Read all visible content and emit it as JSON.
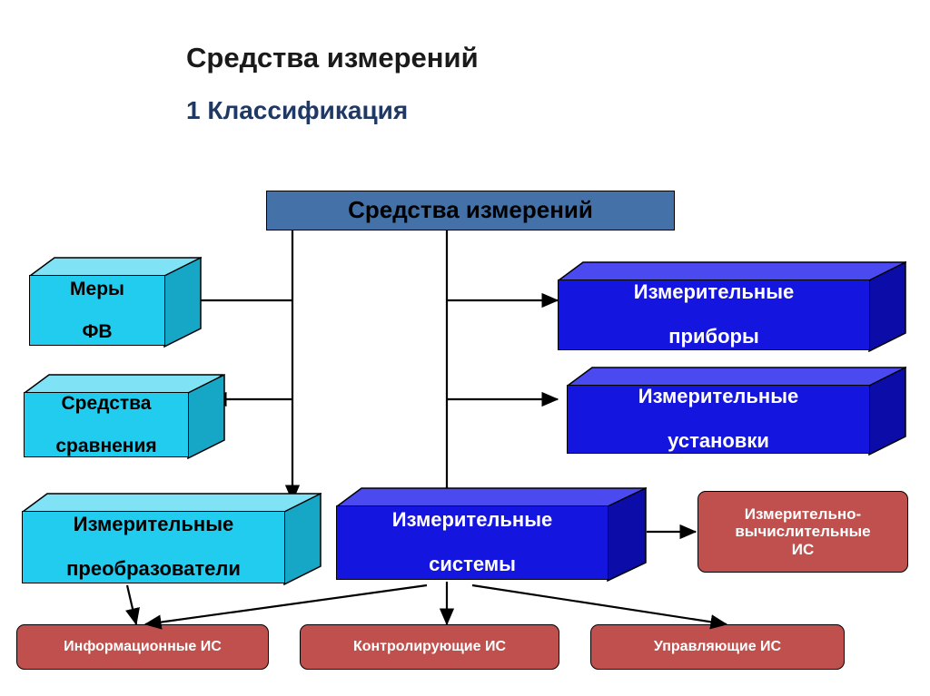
{
  "title": {
    "main": "Средства измерений",
    "sub": "1 Классификация"
  },
  "diagram": {
    "root": {
      "label": "Средства измерений"
    },
    "left_branch": [
      {
        "id": "mery",
        "label": "Меры\nФВ",
        "line1": "Меры",
        "line2": "ФВ"
      },
      {
        "id": "sredstva-sravneniya",
        "line1": "Средства",
        "line2": "сравнения"
      },
      {
        "id": "preobrazovateli",
        "line1": "Измерительные",
        "line2": "преобразователи"
      }
    ],
    "right_branch": [
      {
        "id": "pribory",
        "line1": "Измерительные",
        "line2": "приборы"
      },
      {
        "id": "ustanovki",
        "line1": "Измерительные",
        "line2": "установки"
      },
      {
        "id": "sistemy",
        "line1": "Измерительные",
        "line2": "системы"
      }
    ],
    "side_box": {
      "id": "ivk",
      "line1": "Измерительно-",
      "line2": "вычислительные",
      "line3": "ИС"
    },
    "bottom_boxes": [
      {
        "id": "informacionnye",
        "label": "Информационные ИС"
      },
      {
        "id": "kontroliruyushchie",
        "label": "Контролирующие ИС"
      },
      {
        "id": "upravlyayushchie",
        "label": "Управляющие ИС"
      }
    ]
  },
  "colors": {
    "cyan_face": "#22CCEE",
    "cyan_top": "#7FE3F5",
    "cyan_side": "#16A7C7",
    "blue_face": "#1515E0",
    "blue_top": "#4A4AF0",
    "blue_side": "#0C0CA8",
    "steel_face": "#4472A8",
    "red_face": "#C0504D",
    "title_main": "#1A1A1A",
    "title_sub": "#1F3864"
  }
}
